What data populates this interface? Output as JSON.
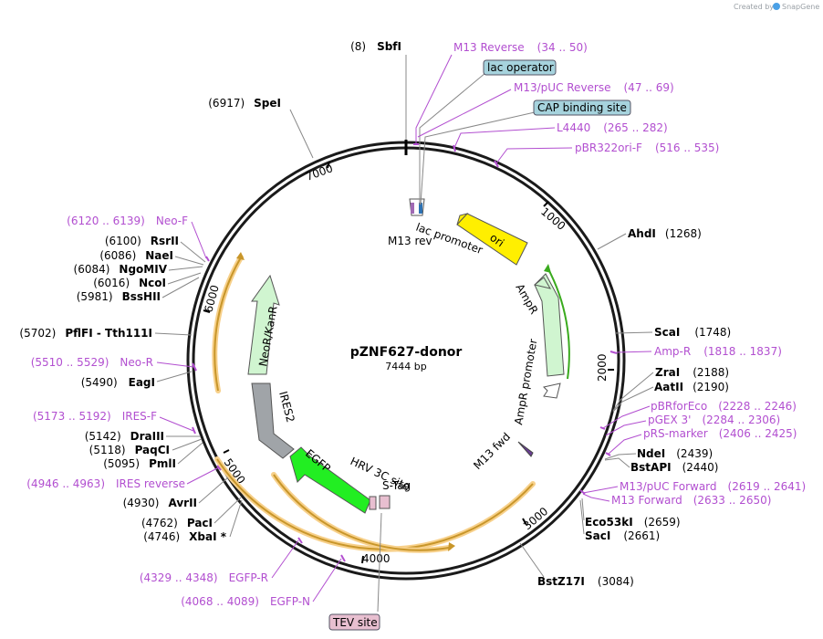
{
  "credit": {
    "prefix": "Created by",
    "brand": "SnapGene"
  },
  "plasmid": {
    "name": "pZNF627-donor",
    "size": "7444 bp"
  },
  "ticks": [
    "1000",
    "2000",
    "3000",
    "4000",
    "5000",
    "6000",
    "7000"
  ],
  "enzymes_right": [
    {
      "name": "AhdI",
      "pos": "(1268)"
    },
    {
      "name": "ScaI",
      "pos": "(1748)"
    },
    {
      "name": "ZraI",
      "pos": "(2188)"
    },
    {
      "name": "AatII",
      "pos": "(2190)"
    },
    {
      "name": "NdeI",
      "pos": "(2439)"
    },
    {
      "name": "BstAPI",
      "pos": "(2440)"
    },
    {
      "name": "Eco53kI",
      "pos": "(2659)"
    },
    {
      "name": "SacI",
      "pos": "(2661)"
    },
    {
      "name": "BstZ17I",
      "pos": "(3084)"
    }
  ],
  "enzymes_left": [
    {
      "name": "SbfI",
      "pos": "(8)"
    },
    {
      "name": "SpeI",
      "pos": "(6917)"
    },
    {
      "name": "RsrII",
      "pos": "(6100)"
    },
    {
      "name": "NaeI",
      "pos": "(6086)"
    },
    {
      "name": "NgoMIV",
      "pos": "(6084)"
    },
    {
      "name": "NcoI",
      "pos": "(6016)"
    },
    {
      "name": "BssHII",
      "pos": "(5981)"
    },
    {
      "name": "PflFI - Tth111I",
      "pos": "(5702)"
    },
    {
      "name": "EagI",
      "pos": "(5490)"
    },
    {
      "name": "DraIII",
      "pos": "(5142)"
    },
    {
      "name": "PaqCI",
      "pos": "(5118)"
    },
    {
      "name": "PmlI",
      "pos": "(5095)"
    },
    {
      "name": "AvrII",
      "pos": "(4930)"
    },
    {
      "name": "PacI",
      "pos": "(4762)"
    },
    {
      "name": "XbaI *",
      "pos": "(4746)"
    }
  ],
  "primers_right": [
    {
      "name": "M13 Reverse",
      "range": "(34 .. 50)"
    },
    {
      "name": "M13/pUC Reverse",
      "range": "(47 .. 69)"
    },
    {
      "name": "L4440",
      "range": "(265 .. 282)"
    },
    {
      "name": "pBR322ori-F",
      "range": "(516 .. 535)"
    },
    {
      "name": "Amp-R",
      "range": "(1818 .. 1837)"
    },
    {
      "name": "pBRforEco",
      "range": "(2228 .. 2246)"
    },
    {
      "name": "pGEX 3'",
      "range": "(2284 .. 2306)"
    },
    {
      "name": "pRS-marker",
      "range": "(2406 .. 2425)"
    },
    {
      "name": "M13/pUC Forward",
      "range": "(2619 .. 2641)"
    },
    {
      "name": "M13 Forward",
      "range": "(2633 .. 2650)"
    }
  ],
  "primers_left": [
    {
      "name": "Neo-F",
      "range": "(6120 .. 6139)"
    },
    {
      "name": "Neo-R",
      "range": "(5510 .. 5529)"
    },
    {
      "name": "IRES-F",
      "range": "(5173 .. 5192)"
    },
    {
      "name": "IRES reverse",
      "range": "(4946 .. 4963)"
    },
    {
      "name": "EGFP-R",
      "range": "(4329 .. 4348)"
    },
    {
      "name": "EGFP-N",
      "range": "(4068 .. 4089)"
    }
  ],
  "boxed_features": [
    {
      "name": "lac operator",
      "color": "#a6d3dd"
    },
    {
      "name": "CAP binding site",
      "color": "#a6d3dd"
    },
    {
      "name": "TEV site",
      "color": "#e8bfd0"
    }
  ],
  "features": [
    {
      "name": "ori",
      "color": "#ffef00"
    },
    {
      "name": "AmpR",
      "color": "#d0f5d0"
    },
    {
      "name": "AmpR promoter",
      "color": "#ffffff"
    },
    {
      "name": "lac promoter",
      "color": "#ffffff"
    },
    {
      "name": "M13 rev",
      "color": "#ffffff"
    },
    {
      "name": "M13 fwd",
      "color": "#ffffff"
    },
    {
      "name": "NeoR/KanR",
      "color": "#d0f5d0"
    },
    {
      "name": "IRES2",
      "color": "#a0a4a8"
    },
    {
      "name": "EGFP",
      "color": "#22ee22"
    },
    {
      "name": "HRV 3C site",
      "color": "#e8bfd0"
    },
    {
      "name": "S-Tag",
      "color": "#e8bfd0"
    }
  ],
  "colors": {
    "primer": "#b24fd0",
    "orf_halo": "#f7d08a",
    "orf_line": "#c8962a"
  }
}
